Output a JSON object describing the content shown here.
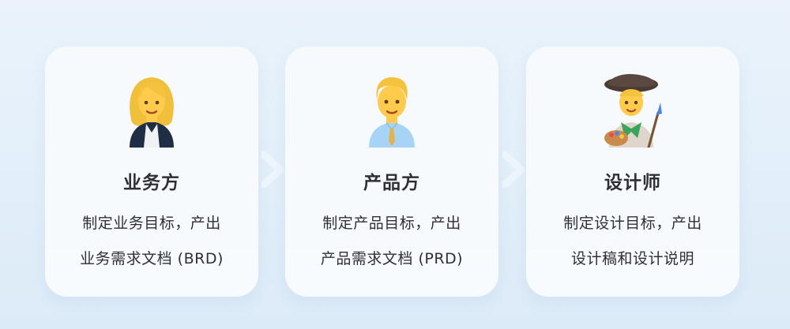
{
  "cards": [
    {
      "title": "业务方",
      "lines": [
        "制定业务目标，产出",
        "业务需求文档 (BRD)"
      ],
      "icon": "woman-office-worker-icon"
    },
    {
      "title": "产品方",
      "lines": [
        "制定产品目标，产出",
        "产品需求文档 (PRD)"
      ],
      "icon": "man-office-worker-icon"
    },
    {
      "title": "设计师",
      "lines": [
        "制定设计目标，产出",
        "设计稿和设计说明"
      ],
      "icon": "artist-icon"
    }
  ],
  "arrows": [
    {
      "icon": "chevron-right-icon"
    },
    {
      "icon": "chevron-right-icon"
    }
  ],
  "colors": {
    "background_top": "#eaf3fb",
    "background_bottom": "#dcebf8",
    "card": "#f7fbff",
    "text": "#2f3036",
    "arrow": "#edf5fc"
  }
}
